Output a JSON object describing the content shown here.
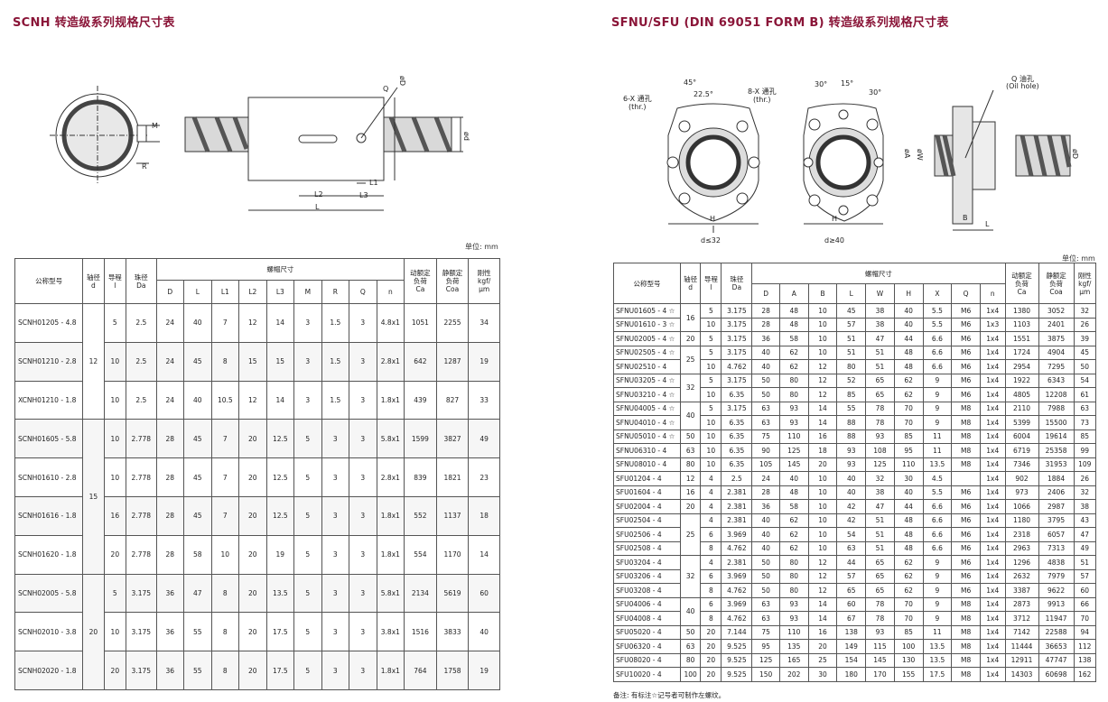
{
  "left": {
    "title": "SCNH 转造级系列规格尺寸表",
    "unit": "单位: mm",
    "headers": {
      "model": "公称型号",
      "shaft": "轴径",
      "shaft_sym": "d",
      "lead": "导程",
      "lead_sym": "l",
      "ball": "珠径",
      "ball_sym": "Da",
      "nut": "螺帽尺寸",
      "dyn1": "动额定",
      "dyn2": "负荷",
      "dyn3": "Ca",
      "stat1": "静额定",
      "stat2": "负荷",
      "stat3": "Coa",
      "rig1": "刚性",
      "rig2": "kgf/",
      "rig3": "μm",
      "cols": [
        "D",
        "L",
        "L1",
        "L2",
        "L3",
        "M",
        "R",
        "Q",
        "n"
      ]
    },
    "rows": [
      {
        "m": "SCNH01205 - 4.8",
        "l": "5",
        "da": "2.5",
        "D": "24",
        "L": "40",
        "L1": "7",
        "L2": "12",
        "L3": "14",
        "M": "3",
        "R": "1.5",
        "Q": "3",
        "n": "4.8x1",
        "ca": "1051",
        "coa": "2255",
        "k": "34"
      },
      {
        "m": "SCNH01210 - 2.8",
        "l": "10",
        "da": "2.5",
        "D": "24",
        "L": "45",
        "L1": "8",
        "L2": "15",
        "L3": "15",
        "M": "3",
        "R": "1.5",
        "Q": "3",
        "n": "2.8x1",
        "ca": "642",
        "coa": "1287",
        "k": "19"
      },
      {
        "m": "XCNH01210 - 1.8",
        "l": "10",
        "da": "2.5",
        "D": "24",
        "L": "40",
        "L1": "10.5",
        "L2": "12",
        "L3": "14",
        "M": "3",
        "R": "1.5",
        "Q": "3",
        "n": "1.8x1",
        "ca": "439",
        "coa": "827",
        "k": "33"
      },
      {
        "m": "SCNH01605 - 5.8",
        "l": "10",
        "da": "2.778",
        "D": "28",
        "L": "45",
        "L1": "7",
        "L2": "20",
        "L3": "12.5",
        "M": "5",
        "R": "3",
        "Q": "3",
        "n": "5.8x1",
        "ca": "1599",
        "coa": "3827",
        "k": "49"
      },
      {
        "m": "SCNH01610 - 2.8",
        "l": "10",
        "da": "2.778",
        "D": "28",
        "L": "45",
        "L1": "7",
        "L2": "20",
        "L3": "12.5",
        "M": "5",
        "R": "3",
        "Q": "3",
        "n": "2.8x1",
        "ca": "839",
        "coa": "1821",
        "k": "23"
      },
      {
        "m": "SCNH01616 - 1.8",
        "l": "16",
        "da": "2.778",
        "D": "28",
        "L": "45",
        "L1": "7",
        "L2": "20",
        "L3": "12.5",
        "M": "5",
        "R": "3",
        "Q": "3",
        "n": "1.8x1",
        "ca": "552",
        "coa": "1137",
        "k": "18"
      },
      {
        "m": "SCNH01620 - 1.8",
        "l": "20",
        "da": "2.778",
        "D": "28",
        "L": "58",
        "L1": "10",
        "L2": "20",
        "L3": "19",
        "M": "5",
        "R": "3",
        "Q": "3",
        "n": "1.8x1",
        "ca": "554",
        "coa": "1170",
        "k": "14"
      },
      {
        "m": "SCNH02005 - 5.8",
        "l": "5",
        "da": "3.175",
        "D": "36",
        "L": "47",
        "L1": "8",
        "L2": "20",
        "L3": "13.5",
        "M": "5",
        "R": "3",
        "Q": "3",
        "n": "5.8x1",
        "ca": "2134",
        "coa": "5619",
        "k": "60"
      },
      {
        "m": "SCNH02010 - 3.8",
        "l": "10",
        "da": "3.175",
        "D": "36",
        "L": "55",
        "L1": "8",
        "L2": "20",
        "L3": "17.5",
        "M": "5",
        "R": "3",
        "Q": "3",
        "n": "3.8x1",
        "ca": "1516",
        "coa": "3833",
        "k": "40"
      },
      {
        "m": "SCNH02020 - 1.8",
        "l": "20",
        "da": "3.175",
        "D": "36",
        "L": "55",
        "L1": "8",
        "L2": "20",
        "L3": "17.5",
        "M": "5",
        "R": "3",
        "Q": "3",
        "n": "1.8x1",
        "ca": "764",
        "coa": "1758",
        "k": "19"
      }
    ],
    "d_groups": [
      "12",
      "15",
      "20"
    ],
    "drawing_labels": {
      "q": "Q",
      "od": "øD",
      "m": "M",
      "r": "R",
      "d": "ød",
      "l1": "L1",
      "l2": "L2",
      "l3": "L3",
      "l": "L"
    }
  },
  "right": {
    "title": "SFNU/SFU (DIN 69051 FORM B) 转造级系列规格尺寸表",
    "unit": "单位: mm",
    "headers": {
      "model": "公称型号",
      "shaft": "轴径",
      "shaft_sym": "d",
      "lead": "导程",
      "lead_sym": "l",
      "ball": "珠径",
      "ball_sym": "Da",
      "nut": "螺帽尺寸",
      "dyn1": "动额定",
      "dyn2": "负荷",
      "dyn3": "Ca",
      "stat1": "静额定",
      "stat2": "负荷",
      "stat3": "Coa",
      "rig1": "刚性",
      "rig2": "kgf/",
      "rig3": "μm",
      "cols": [
        "D",
        "A",
        "B",
        "L",
        "W",
        "H",
        "X",
        "Q",
        "n"
      ]
    },
    "drawing_labels": {
      "holes6": "6-X 通孔",
      "thr6": "(thr.)",
      "holes8": "8-X 通孔",
      "thr8": "(thr.)",
      "a45": "45°",
      "a225": "22.5°",
      "a30a": "30°",
      "a15": "15°",
      "a30b": "30°",
      "oil1": "Q 油孔",
      "oil2": "(Oil hole)",
      "h1": "H",
      "h2": "H",
      "d32": "d≤32",
      "d40": "d≥40",
      "oa": "øA",
      "ow": "øW",
      "od": "øD",
      "b": "B",
      "l": "L"
    },
    "rows": [
      {
        "m": "SFNU01605 - 4 ☆",
        "d": "16",
        "l": "5",
        "da": "3.175",
        "D": "28",
        "A": "48",
        "B": "10",
        "L": "45",
        "W": "38",
        "H": "40",
        "X": "5.5",
        "Q": "M6",
        "n": "1x4",
        "ca": "1380",
        "coa": "3052",
        "k": "32"
      },
      {
        "m": "SFNU01610 - 3 ☆",
        "d": "",
        "l": "10",
        "da": "3.175",
        "D": "28",
        "A": "48",
        "B": "10",
        "L": "57",
        "W": "38",
        "H": "40",
        "X": "5.5",
        "Q": "M6",
        "n": "1x3",
        "ca": "1103",
        "coa": "2401",
        "k": "26"
      },
      {
        "m": "SFNU02005 - 4 ☆",
        "d": "20",
        "l": "5",
        "da": "3.175",
        "D": "36",
        "A": "58",
        "B": "10",
        "L": "51",
        "W": "47",
        "H": "44",
        "X": "6.6",
        "Q": "M6",
        "n": "1x4",
        "ca": "1551",
        "coa": "3875",
        "k": "39"
      },
      {
        "m": "SFNU02505 - 4 ☆",
        "d": "25",
        "l": "5",
        "da": "3.175",
        "D": "40",
        "A": "62",
        "B": "10",
        "L": "51",
        "W": "51",
        "H": "48",
        "X": "6.6",
        "Q": "M6",
        "n": "1x4",
        "ca": "1724",
        "coa": "4904",
        "k": "45"
      },
      {
        "m": "SFNU02510 - 4",
        "d": "",
        "l": "10",
        "da": "4.762",
        "D": "40",
        "A": "62",
        "B": "12",
        "L": "80",
        "W": "51",
        "H": "48",
        "X": "6.6",
        "Q": "M6",
        "n": "1x4",
        "ca": "2954",
        "coa": "7295",
        "k": "50"
      },
      {
        "m": "SFNU03205 - 4 ☆",
        "d": "32",
        "l": "5",
        "da": "3.175",
        "D": "50",
        "A": "80",
        "B": "12",
        "L": "52",
        "W": "65",
        "H": "62",
        "X": "9",
        "Q": "M6",
        "n": "1x4",
        "ca": "1922",
        "coa": "6343",
        "k": "54"
      },
      {
        "m": "SFNU03210 - 4 ☆",
        "d": "",
        "l": "10",
        "da": "6.35",
        "D": "50",
        "A": "80",
        "B": "12",
        "L": "85",
        "W": "65",
        "H": "62",
        "X": "9",
        "Q": "M6",
        "n": "1x4",
        "ca": "4805",
        "coa": "12208",
        "k": "61"
      },
      {
        "m": "SFNU04005 - 4 ☆",
        "d": "40",
        "l": "5",
        "da": "3.175",
        "D": "63",
        "A": "93",
        "B": "14",
        "L": "55",
        "W": "78",
        "H": "70",
        "X": "9",
        "Q": "M8",
        "n": "1x4",
        "ca": "2110",
        "coa": "7988",
        "k": "63"
      },
      {
        "m": "SFNU04010 - 4 ☆",
        "d": "",
        "l": "10",
        "da": "6.35",
        "D": "63",
        "A": "93",
        "B": "14",
        "L": "88",
        "W": "78",
        "H": "70",
        "X": "9",
        "Q": "M8",
        "n": "1x4",
        "ca": "5399",
        "coa": "15500",
        "k": "73"
      },
      {
        "m": "SFNU05010 - 4 ☆",
        "d": "50",
        "l": "10",
        "da": "6.35",
        "D": "75",
        "A": "110",
        "B": "16",
        "L": "88",
        "W": "93",
        "H": "85",
        "X": "11",
        "Q": "M8",
        "n": "1x4",
        "ca": "6004",
        "coa": "19614",
        "k": "85"
      },
      {
        "m": "SFNU06310 - 4",
        "d": "63",
        "l": "10",
        "da": "6.35",
        "D": "90",
        "A": "125",
        "B": "18",
        "L": "93",
        "W": "108",
        "H": "95",
        "X": "11",
        "Q": "M8",
        "n": "1x4",
        "ca": "6719",
        "coa": "25358",
        "k": "99"
      },
      {
        "m": "SFNU08010 - 4",
        "d": "80",
        "l": "10",
        "da": "6.35",
        "D": "105",
        "A": "145",
        "B": "20",
        "L": "93",
        "W": "125",
        "H": "110",
        "X": "13.5",
        "Q": "M8",
        "n": "1x4",
        "ca": "7346",
        "coa": "31953",
        "k": "109"
      },
      {
        "m": "SFU01204 - 4",
        "d": "12",
        "l": "4",
        "da": "2.5",
        "D": "24",
        "A": "40",
        "B": "10",
        "L": "40",
        "W": "32",
        "H": "30",
        "X": "4.5",
        "Q": "",
        "n": "1x4",
        "ca": "902",
        "coa": "1884",
        "k": "26"
      },
      {
        "m": "SFU01604 - 4",
        "d": "16",
        "l": "4",
        "da": "2.381",
        "D": "28",
        "A": "48",
        "B": "10",
        "L": "40",
        "W": "38",
        "H": "40",
        "X": "5.5",
        "Q": "M6",
        "n": "1x4",
        "ca": "973",
        "coa": "2406",
        "k": "32"
      },
      {
        "m": "SFU02004 - 4",
        "d": "20",
        "l": "4",
        "da": "2.381",
        "D": "36",
        "A": "58",
        "B": "10",
        "L": "42",
        "W": "47",
        "H": "44",
        "X": "6.6",
        "Q": "M6",
        "n": "1x4",
        "ca": "1066",
        "coa": "2987",
        "k": "38"
      },
      {
        "m": "SFU02504 - 4",
        "d": "",
        "l": "4",
        "da": "2.381",
        "D": "40",
        "A": "62",
        "B": "10",
        "L": "42",
        "W": "51",
        "H": "48",
        "X": "6.6",
        "Q": "M6",
        "n": "1x4",
        "ca": "1180",
        "coa": "3795",
        "k": "43"
      },
      {
        "m": "SFU02506 - 4",
        "d": "25",
        "l": "6",
        "da": "3.969",
        "D": "40",
        "A": "62",
        "B": "10",
        "L": "54",
        "W": "51",
        "H": "48",
        "X": "6.6",
        "Q": "M6",
        "n": "1x4",
        "ca": "2318",
        "coa": "6057",
        "k": "47"
      },
      {
        "m": "SFU02508 - 4",
        "d": "",
        "l": "8",
        "da": "4.762",
        "D": "40",
        "A": "62",
        "B": "10",
        "L": "63",
        "W": "51",
        "H": "48",
        "X": "6.6",
        "Q": "M6",
        "n": "1x4",
        "ca": "2963",
        "coa": "7313",
        "k": "49"
      },
      {
        "m": "SFU03204 - 4",
        "d": "",
        "l": "4",
        "da": "2.381",
        "D": "50",
        "A": "80",
        "B": "12",
        "L": "44",
        "W": "65",
        "H": "62",
        "X": "9",
        "Q": "M6",
        "n": "1x4",
        "ca": "1296",
        "coa": "4838",
        "k": "51"
      },
      {
        "m": "SFU03206 - 4",
        "d": "32",
        "l": "6",
        "da": "3.969",
        "D": "50",
        "A": "80",
        "B": "12",
        "L": "57",
        "W": "65",
        "H": "62",
        "X": "9",
        "Q": "M6",
        "n": "1x4",
        "ca": "2632",
        "coa": "7979",
        "k": "57"
      },
      {
        "m": "SFU03208 - 4",
        "d": "",
        "l": "8",
        "da": "4.762",
        "D": "50",
        "A": "80",
        "B": "12",
        "L": "65",
        "W": "65",
        "H": "62",
        "X": "9",
        "Q": "M6",
        "n": "1x4",
        "ca": "3387",
        "coa": "9622",
        "k": "60"
      },
      {
        "m": "SFU04006 - 4",
        "d": "40",
        "l": "6",
        "da": "3.969",
        "D": "63",
        "A": "93",
        "B": "14",
        "L": "60",
        "W": "78",
        "H": "70",
        "X": "9",
        "Q": "M8",
        "n": "1x4",
        "ca": "2873",
        "coa": "9913",
        "k": "66"
      },
      {
        "m": "SFU04008 - 4",
        "d": "",
        "l": "8",
        "da": "4.762",
        "D": "63",
        "A": "93",
        "B": "14",
        "L": "67",
        "W": "78",
        "H": "70",
        "X": "9",
        "Q": "M8",
        "n": "1x4",
        "ca": "3712",
        "coa": "11947",
        "k": "70"
      },
      {
        "m": "SFU05020 - 4",
        "d": "50",
        "l": "20",
        "da": "7.144",
        "D": "75",
        "A": "110",
        "B": "16",
        "L": "138",
        "W": "93",
        "H": "85",
        "X": "11",
        "Q": "M8",
        "n": "1x4",
        "ca": "7142",
        "coa": "22588",
        "k": "94"
      },
      {
        "m": "SFU06320 - 4",
        "d": "63",
        "l": "20",
        "da": "9.525",
        "D": "95",
        "A": "135",
        "B": "20",
        "L": "149",
        "W": "115",
        "H": "100",
        "X": "13.5",
        "Q": "M8",
        "n": "1x4",
        "ca": "11444",
        "coa": "36653",
        "k": "112"
      },
      {
        "m": "SFU08020 - 4",
        "d": "80",
        "l": "20",
        "da": "9.525",
        "D": "125",
        "A": "165",
        "B": "25",
        "L": "154",
        "W": "145",
        "H": "130",
        "X": "13.5",
        "Q": "M8",
        "n": "1x4",
        "ca": "12911",
        "coa": "47747",
        "k": "138"
      },
      {
        "m": "SFU10020 - 4",
        "d": "100",
        "l": "20",
        "da": "9.525",
        "D": "150",
        "A": "202",
        "B": "30",
        "L": "180",
        "W": "170",
        "H": "155",
        "X": "17.5",
        "Q": "M8",
        "n": "1x4",
        "ca": "14303",
        "coa": "60698",
        "k": "162"
      }
    ],
    "note": "备注: 有标注☆记号者可制作左螺纹。"
  }
}
